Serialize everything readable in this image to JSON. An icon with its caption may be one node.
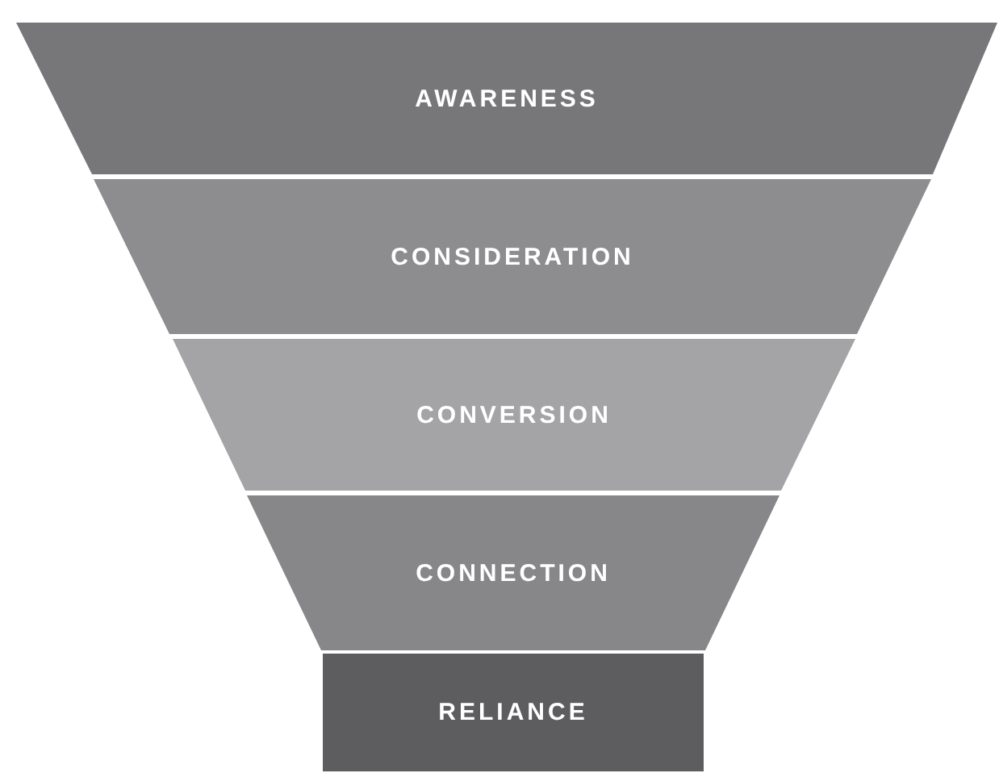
{
  "diagram": {
    "nodes": [
      {
        "text": [
          "AWARENESS"
        ]
      },
      {
        "text": [
          "CONSIDERATION"
        ]
      },
      {
        "text": [
          "CONVERSION"
        ]
      },
      {
        "text": [
          "CONNECTION"
        ]
      },
      {
        "text": [
          "RELIANCE"
        ]
      }
    ]
  }
}
